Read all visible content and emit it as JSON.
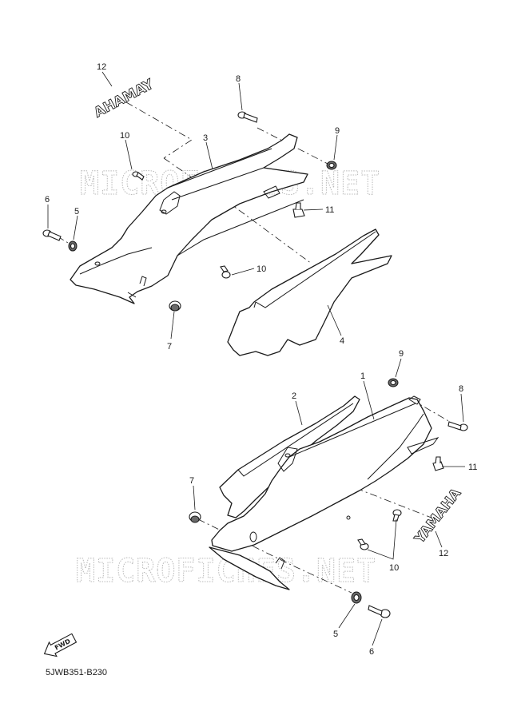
{
  "watermark": "MICROFICHES.NET",
  "decal_text": "YAMAHA",
  "decal_text_mirrored": "AHAMAY",
  "fwd_label": "FWD",
  "diagram_code": "5JWB351-B230",
  "callouts": {
    "c1": "1",
    "c2": "2",
    "c3": "3",
    "c4": "4",
    "c5a": "5",
    "c5b": "5",
    "c6a": "6",
    "c6b": "6",
    "c7a": "7",
    "c7b": "7",
    "c8a": "8",
    "c8b": "8",
    "c9a": "9",
    "c9b": "9",
    "c10a": "10",
    "c10b": "10",
    "c10c": "10",
    "c11a": "11",
    "c11b": "11",
    "c12a": "12",
    "c12b": "12"
  }
}
